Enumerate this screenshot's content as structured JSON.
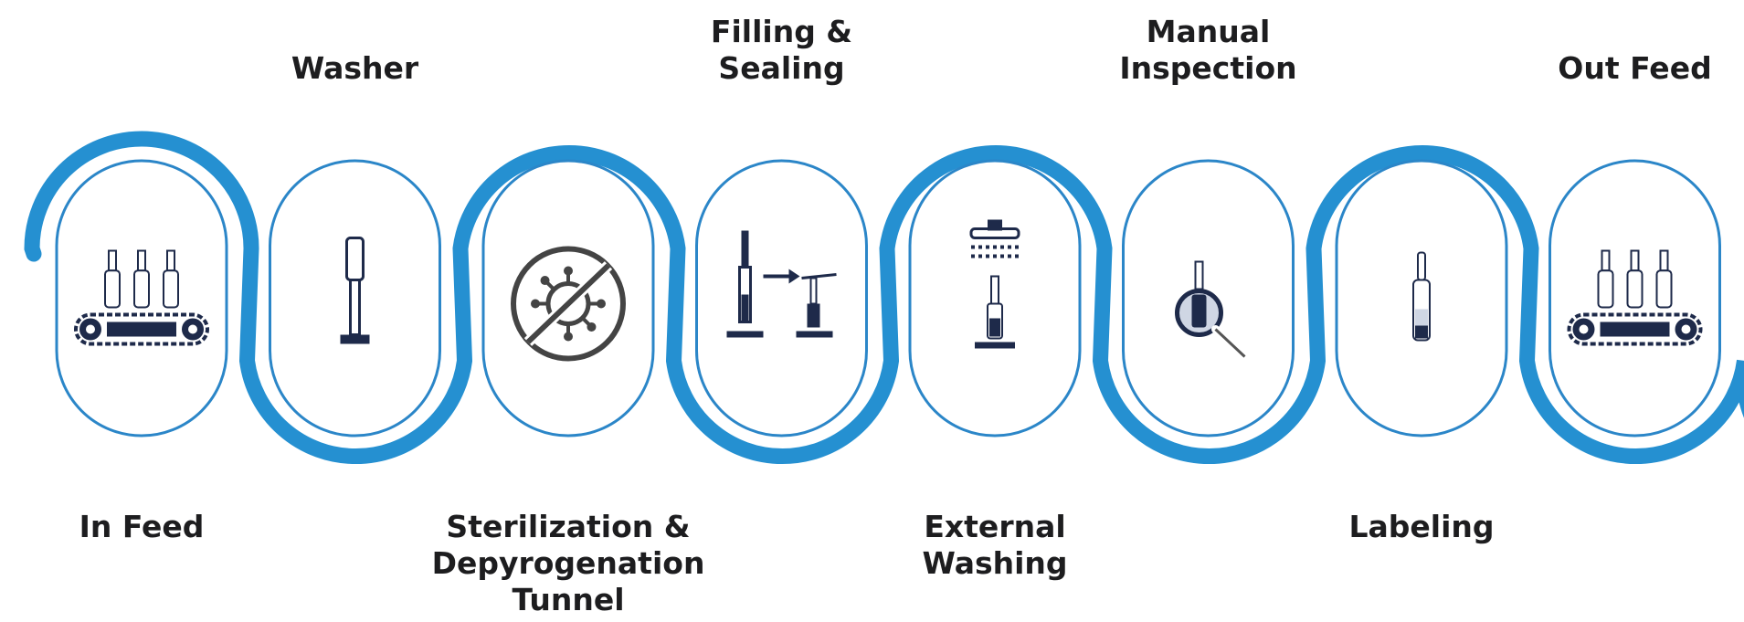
{
  "diagram": {
    "colors": {
      "path": "#2590d1",
      "outline": "#2b86c8",
      "icon": "#1e2a4a",
      "icon_light": "#cfd6e4",
      "text": "#1d1d1f"
    },
    "steps": [
      {
        "id": "in-feed",
        "label": "In Feed",
        "label_position": "bottom",
        "icon": "conveyor-icon"
      },
      {
        "id": "washer",
        "label": "Washer",
        "label_position": "top",
        "icon": "ampoule-on-stand-icon"
      },
      {
        "id": "sterilization",
        "label": "Sterilization &\nDepyrogenation\nTunnel",
        "label_position": "bottom",
        "icon": "no-virus-icon"
      },
      {
        "id": "filling-sealing",
        "label": "Filling &\nSealing",
        "label_position": "top",
        "icon": "filling-sealing-icon"
      },
      {
        "id": "external-washing",
        "label": "External\nWashing",
        "label_position": "bottom",
        "icon": "shower-ampoule-icon"
      },
      {
        "id": "manual-inspection",
        "label": "Manual\nInspection",
        "label_position": "top",
        "icon": "magnifier-ampoule-icon"
      },
      {
        "id": "labeling",
        "label": "Labeling",
        "label_position": "bottom",
        "icon": "labeled-ampoule-icon"
      },
      {
        "id": "out-feed",
        "label": "Out Feed",
        "label_position": "top",
        "icon": "conveyor-icon"
      }
    ]
  }
}
